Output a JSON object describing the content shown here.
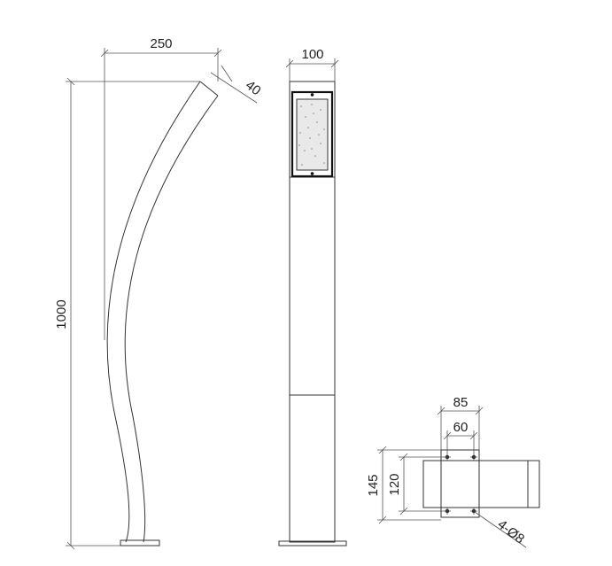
{
  "dimensions": {
    "curve_width": "250",
    "pipe_diameter": "40",
    "height": "1000",
    "post_width": "100",
    "base_outer": "85",
    "base_inner": "60",
    "base_height_outer": "145",
    "base_height_inner": "120",
    "hole_spec": "4-Ø8"
  }
}
